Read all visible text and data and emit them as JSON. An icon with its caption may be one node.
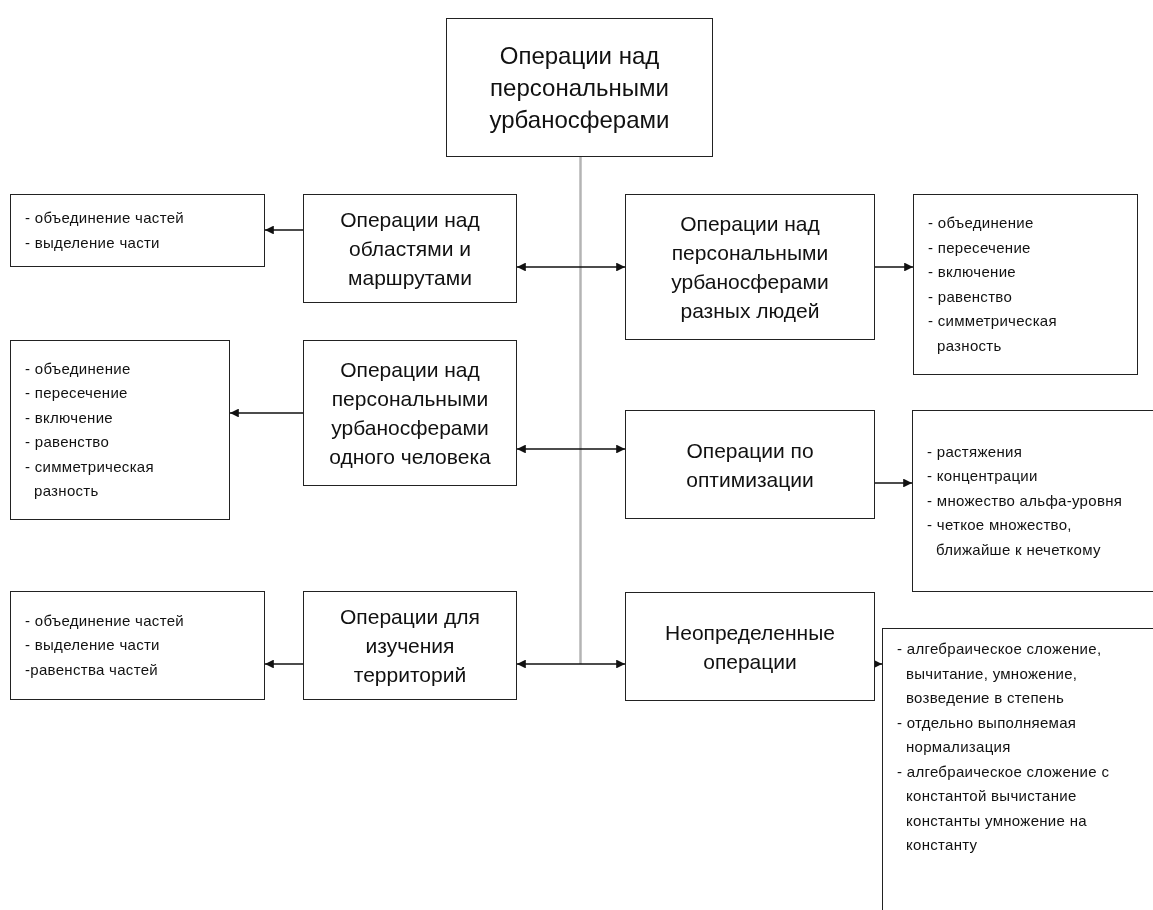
{
  "diagram": {
    "nodes": [
      {
        "text": [
          "Операции над персональными урбаносферами"
        ]
      },
      {
        "text": [
          "- объединение частей",
          "- выделение части"
        ]
      },
      {
        "text": [
          "Операции над областями и маршрутами"
        ]
      },
      {
        "text": [
          "Операции над персональными урбаносферами разных людей"
        ]
      },
      {
        "text": [
          "- объединение",
          "- пересечение",
          "- включение",
          "- равенство",
          "- симметрическая разность"
        ]
      },
      {
        "text": [
          "- объединение",
          "- пересечение",
          "- включение",
          "- равенство",
          "- симметрическая разность"
        ]
      },
      {
        "text": [
          "Операции над персональными урбаносферами одного человека"
        ]
      },
      {
        "text": [
          "Операции по оптимизации"
        ]
      },
      {
        "text": [
          "- растяжения",
          "- концентрации",
          "- множество альфа-уровня",
          "- четкое множество, ближайше к нечеткому"
        ]
      },
      {
        "text": [
          "- объединение частей",
          "- выделение части",
          "-равенства частей"
        ]
      },
      {
        "text": [
          "Операции для изучения территорий"
        ]
      },
      {
        "text": [
          "Неопределенные операции"
        ]
      },
      {
        "text": [
          "- алгебраическое сложение, вычитание, умножение, возведение в степень",
          "- отдельно выполняемая нормализация",
          "- алгебраическое сложение с константой вычистание константы умножение на константу"
        ]
      }
    ],
    "edges": [
      {
        "from": 0,
        "to": null,
        "arrow": "none",
        "color": "#b4b4b4"
      },
      {
        "from": 2,
        "to": 1,
        "arrow": "to"
      },
      {
        "from": 2,
        "to": 3,
        "arrow": "both"
      },
      {
        "from": 3,
        "to": 4,
        "arrow": "to"
      },
      {
        "from": 6,
        "to": 5,
        "arrow": "to"
      },
      {
        "from": 6,
        "to": 7,
        "arrow": "both"
      },
      {
        "from": 7,
        "to": 8,
        "arrow": "to"
      },
      {
        "from": 10,
        "to": 9,
        "arrow": "to"
      },
      {
        "from": 10,
        "to": 11,
        "arrow": "both"
      },
      {
        "from": 11,
        "to": 12,
        "arrow": "to"
      }
    ]
  }
}
